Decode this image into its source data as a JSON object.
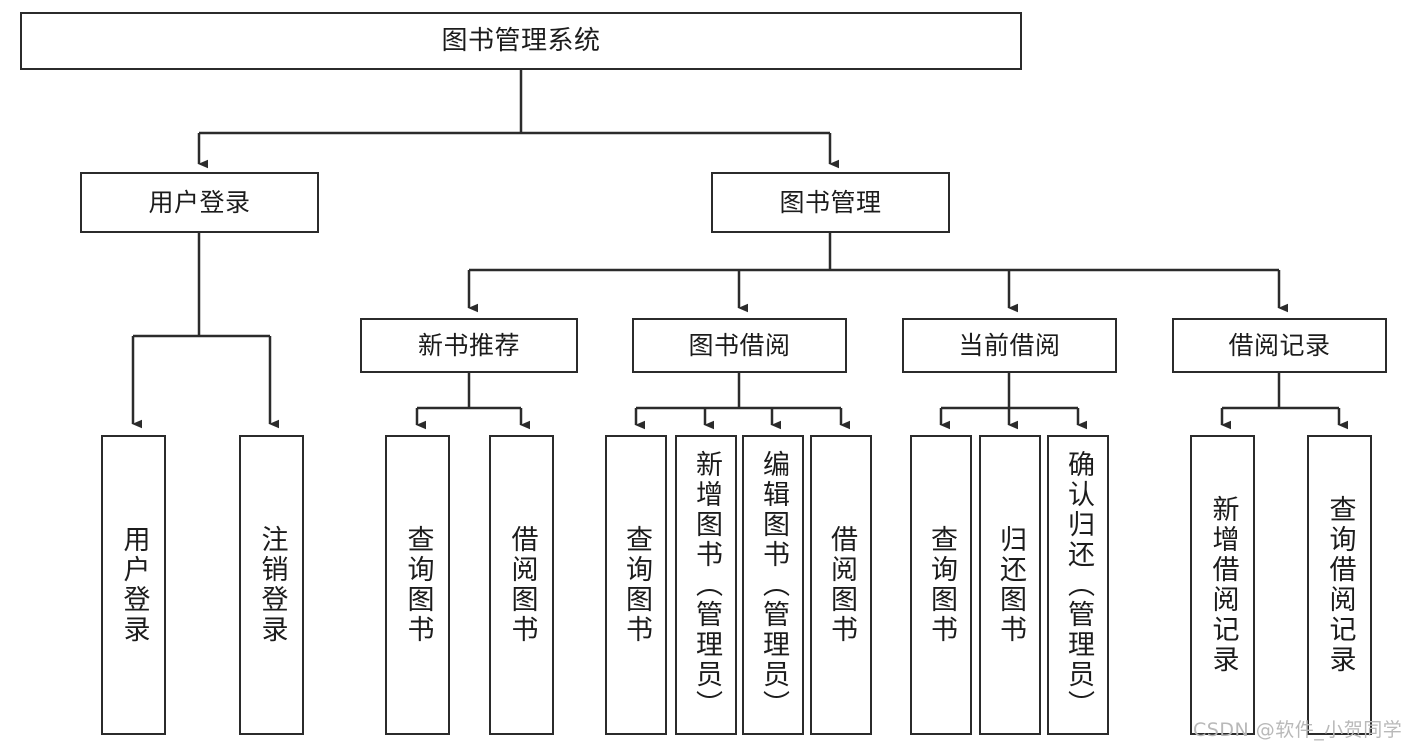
{
  "diagram": {
    "title": "图书管理系统",
    "type": "tree-hierarchy-diagram",
    "colors": {
      "background": "#ffffff",
      "box_border": "#2b2b2b",
      "box_fill": "#ffffff",
      "text": "#1c1c1c",
      "connector": "#2b2b2b",
      "watermark": "#b9b9b9"
    },
    "root": {
      "id": "root",
      "label": "图书管理系统"
    },
    "level2": [
      {
        "id": "user-login",
        "label": "用户登录"
      },
      {
        "id": "book-manage",
        "label": "图书管理"
      }
    ],
    "level3": [
      {
        "id": "new-book-recommend",
        "label": "新书推荐",
        "parent": "book-manage"
      },
      {
        "id": "book-borrow",
        "label": "图书借阅",
        "parent": "book-manage"
      },
      {
        "id": "current-borrow",
        "label": "当前借阅",
        "parent": "book-manage"
      },
      {
        "id": "borrow-record",
        "label": "借阅记录",
        "parent": "book-manage"
      }
    ],
    "leaves": {
      "user_login": [
        {
          "id": "leaf-user-login",
          "label": "用户登录"
        },
        {
          "id": "leaf-logout-login",
          "label": "注销登录"
        }
      ],
      "new_book_recommend": [
        {
          "id": "leaf-query-book-1",
          "label": "查询图书"
        },
        {
          "id": "leaf-borrow-book-1",
          "label": "借阅图书"
        }
      ],
      "book_borrow": [
        {
          "id": "leaf-query-book-2",
          "label": "查询图书"
        },
        {
          "id": "leaf-add-book",
          "label": "新增图书（管理员）"
        },
        {
          "id": "leaf-edit-book",
          "label": "编辑图书（管理员）"
        },
        {
          "id": "leaf-borrow-book-2",
          "label": "借阅图书"
        }
      ],
      "current_borrow": [
        {
          "id": "leaf-query-book-3",
          "label": "查询图书"
        },
        {
          "id": "leaf-return-book",
          "label": "归还图书"
        },
        {
          "id": "leaf-confirm-return",
          "label": "确认归还（管理员）"
        }
      ],
      "borrow_record": [
        {
          "id": "leaf-add-record",
          "label": "新增借阅记录"
        },
        {
          "id": "leaf-query-record",
          "label": "查询借阅记录"
        }
      ]
    }
  },
  "watermark": {
    "text": "CSDN @软件_小贺同学"
  }
}
